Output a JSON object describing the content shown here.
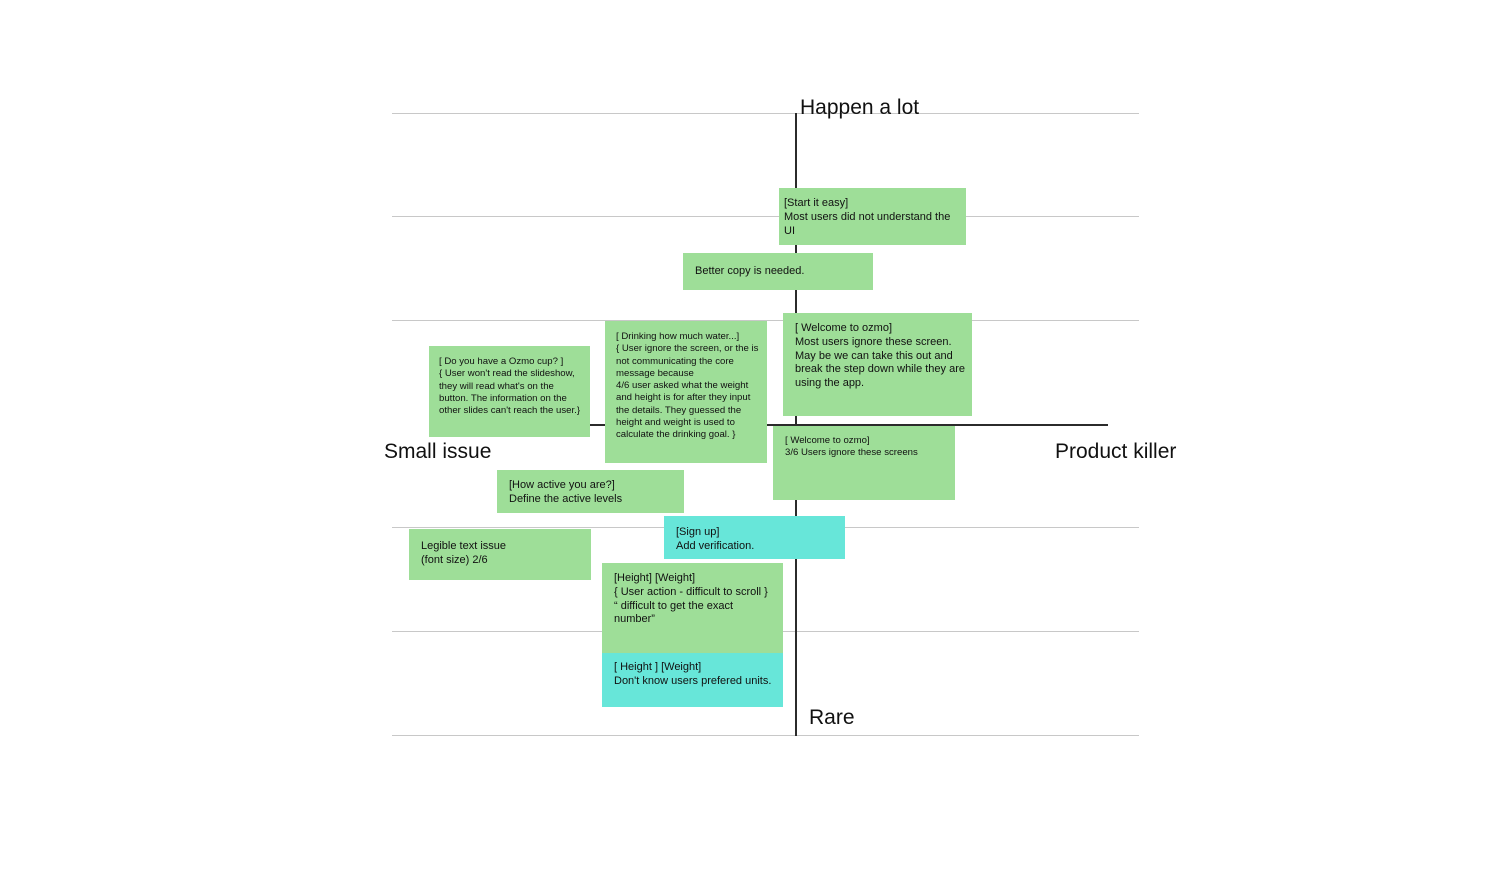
{
  "axes": {
    "top": "Happen a lot",
    "bottom": "Rare",
    "left": "Small issue",
    "right": "Product killer"
  },
  "colors": {
    "green_note": "#9ede98",
    "cyan_note": "#67e6d9",
    "grid_line": "#c8c8c8",
    "axis_line": "#2b2b2b"
  },
  "notes": {
    "start_easy": "[Start it easy]\nMost users did not understand the UI",
    "better_copy": "Better copy is needed.",
    "welcome_1": "[ Welcome to ozmo]\nMost users ignore these screen.\nMay be we can take this out and break the step down while they are using the app.",
    "drinking_water": "[ Drinking how much water...]\n{ User ignore the screen, or the is not communicating the core message because\n4/6 user asked what the weight and height is for after they input the details. They guessed the height and weight is used to calculate the drinking goal. }",
    "ozmo_cup": "[ Do you have a Ozmo cup? ]\n{ User won't read the slideshow, they will read what's on the button. The information on the other slides can't reach the user.}",
    "welcome_2": "[ Welcome to ozmo]\n3/6 Users ignore these screens",
    "how_active": "[How active you are?]\nDefine the active levels",
    "sign_up": "[Sign up]\nAdd verification.",
    "legible_text": "Legible text issue\n(font size) 2/6",
    "height_weight_scroll": "[Height] [Weight]\n{ User action - difficult to scroll }\n“ difficult to get the exact number”",
    "height_weight_units": "[ Height ]  [Weight]\nDon't know users prefered units."
  }
}
